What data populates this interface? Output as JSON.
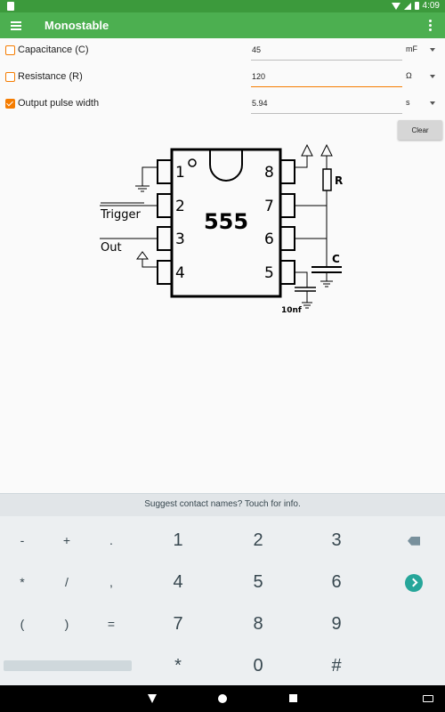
{
  "status_bar": {
    "time": "4:09"
  },
  "app_bar": {
    "title": "Monostable"
  },
  "fields": [
    {
      "label": "Capacitance (C)",
      "value": "45",
      "unit": "mF",
      "checked": false
    },
    {
      "label": "Resistance (R)",
      "value": "120",
      "unit": "Ω",
      "checked": false
    },
    {
      "label": "Output pulse width",
      "value": "5.94",
      "unit": "s",
      "checked": true
    }
  ],
  "clear_label": "Clear",
  "diagram": {
    "chip_label": "555",
    "pins": [
      "1",
      "2",
      "3",
      "4",
      "5",
      "6",
      "7",
      "8"
    ],
    "trigger_label": "Trigger",
    "out_label": "Out",
    "r_label": "R",
    "c_label": "C",
    "cap_label": "10nf"
  },
  "keyboard": {
    "suggestion": "Suggest contact names? Touch for info.",
    "rows": [
      [
        "-",
        "+",
        ".",
        "1",
        "2",
        "3"
      ],
      [
        "*",
        "/",
        ",",
        "4",
        "5",
        "6"
      ],
      [
        "(",
        ")",
        "=",
        "7",
        "8",
        "9"
      ],
      [
        "",
        "",
        "",
        "*",
        "0",
        "#"
      ]
    ]
  },
  "icons": {
    "menu": "menu-icon",
    "more": "more-vert-icon",
    "backspace": "backspace-icon",
    "go": "go-arrow-icon",
    "back": "nav-back-icon",
    "home": "nav-home-icon",
    "recents": "nav-recents-icon"
  },
  "colors": {
    "app_bar": "#4caf50",
    "status_bar": "#3c9a3c",
    "accent": "#f57c00",
    "go_button": "#26a69a"
  }
}
